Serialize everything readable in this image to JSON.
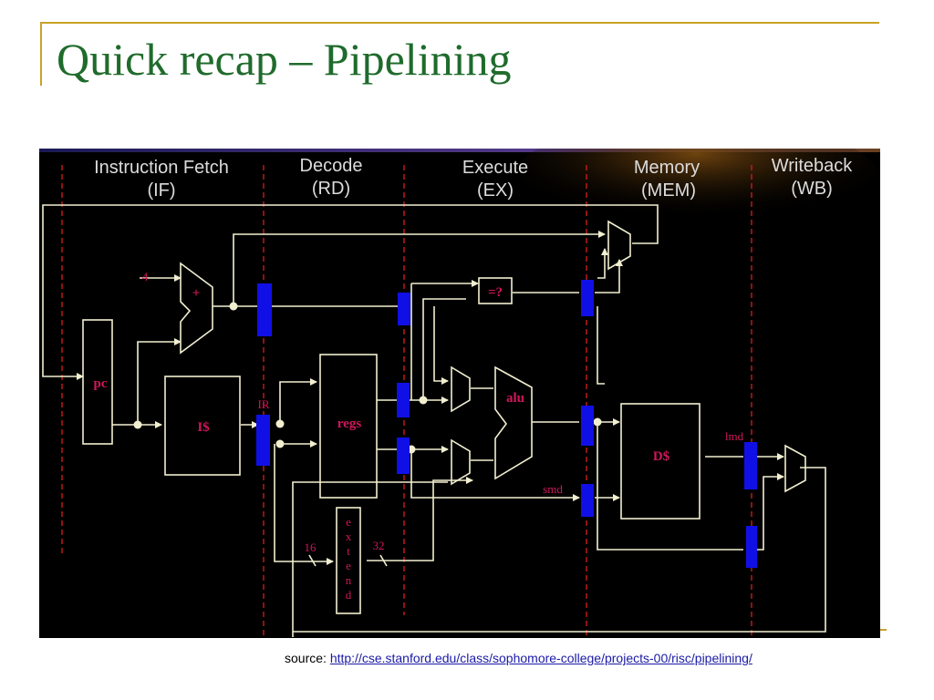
{
  "slide": {
    "title": "Quick recap – Pipelining",
    "source_label": "source:",
    "source_url": "http://cse.stanford.edu/class/sophomore-college/projects-00/risc/pipelining/"
  },
  "stages": [
    {
      "line1": "Instruction Fetch",
      "line2": "(IF)"
    },
    {
      "line1": "Decode",
      "line2": "(RD)"
    },
    {
      "line1": "Execute",
      "line2": "(EX)"
    },
    {
      "line1": "Memory",
      "line2": "(MEM)"
    },
    {
      "line1": "Writeback",
      "line2": "(WB)"
    }
  ],
  "components": {
    "four": "4",
    "plus": "+",
    "pc": "pc",
    "icache": "I$",
    "ir": "IR",
    "regs": "regs",
    "compare": "=?",
    "alu": "alu",
    "dcache": "D$",
    "lmd": "lmd",
    "smd": "smd",
    "extend": [
      "e",
      "x",
      "t",
      "e",
      "n",
      "d"
    ],
    "sixteen": "16",
    "thirtytwo": "32"
  },
  "colors": {
    "title": "#1f6b2c",
    "frame": "#c9a227",
    "background": "#000000",
    "wire": "#f2efd0",
    "pipeline_register": "#1010e6",
    "separator": "#cc1a1a",
    "component_label": "#d0165a",
    "stage_label": "#dcdcdc",
    "link": "#1a1aa6"
  }
}
